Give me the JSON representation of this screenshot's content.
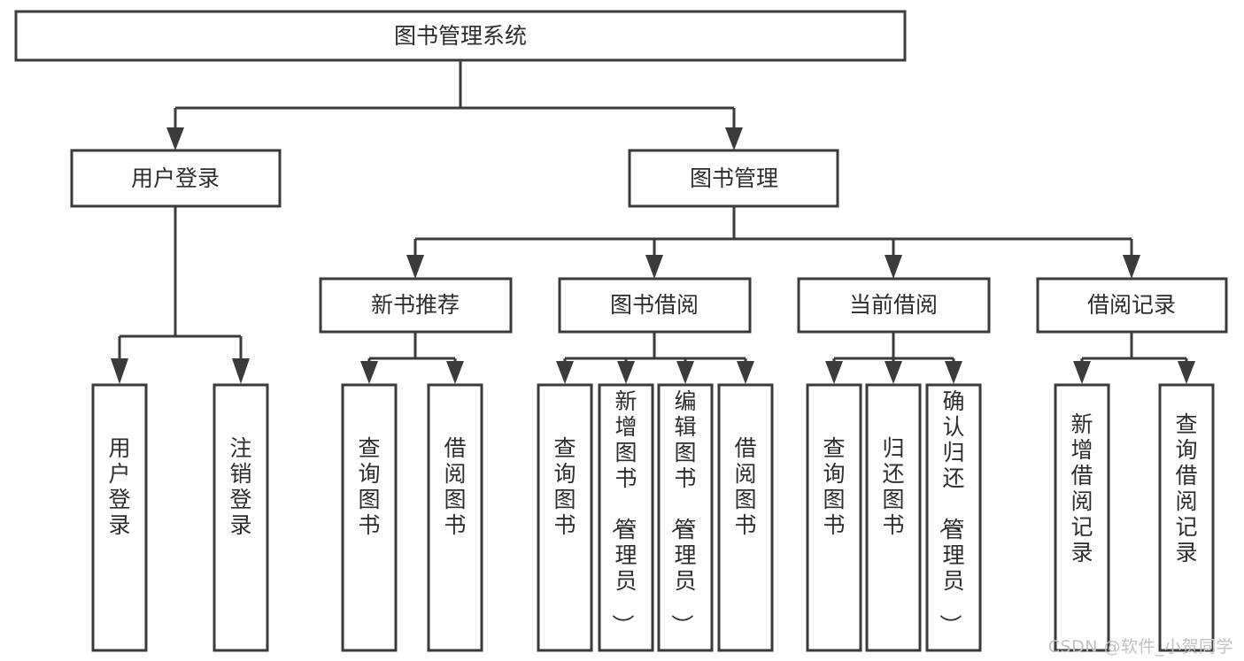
{
  "diagram": {
    "title": "图书管理系统",
    "type": "tree-hierarchy-chart",
    "colors": {
      "box_stroke": "#3b3b3b",
      "box_fill": "#ffffff",
      "text": "#2d2d2d",
      "connector": "#3b3b3b",
      "watermark": "#c2c2c2",
      "background": "#ffffff"
    },
    "root": {
      "label": "图书管理系统"
    },
    "level2": [
      {
        "label": "用户登录"
      },
      {
        "label": "图书管理"
      }
    ],
    "level3": [
      {
        "label": "新书推荐"
      },
      {
        "label": "图书借阅"
      },
      {
        "label": "当前借阅"
      },
      {
        "label": "借阅记录"
      }
    ],
    "leaves_user_login": [
      {
        "label": "用户登录"
      },
      {
        "label": "注销登录"
      }
    ],
    "leaves_new_book": [
      {
        "label": "查询图书"
      },
      {
        "label": "借阅图书"
      }
    ],
    "leaves_borrow": [
      {
        "label": "查询图书"
      },
      {
        "label": "新增图书（管理员）"
      },
      {
        "label": "编辑图书（管理员）"
      },
      {
        "label": "借阅图书"
      }
    ],
    "leaves_current": [
      {
        "label": "查询图书"
      },
      {
        "label": "归还图书"
      },
      {
        "label": "确认归还（管理员）"
      }
    ],
    "leaves_record": [
      {
        "label": "新增借阅记录"
      },
      {
        "label": "查询借阅记录"
      }
    ]
  },
  "watermark": {
    "text": "CSDN @软件_小贺同学"
  }
}
